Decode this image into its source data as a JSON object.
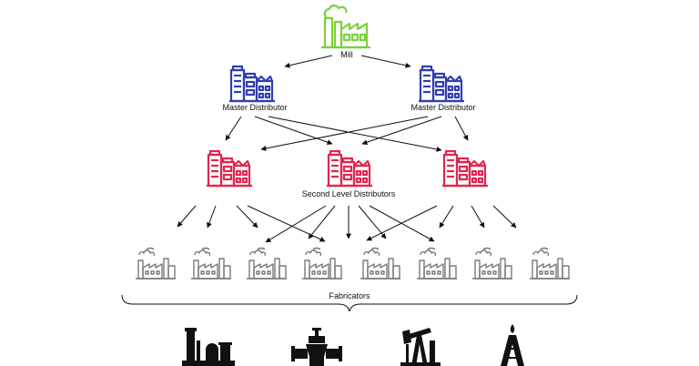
{
  "nodes": {
    "mill": {
      "label": "Mill",
      "color": "#7dd13a"
    },
    "master_distributor_left": {
      "label": "Master Distributor",
      "color": "#2f3fb0"
    },
    "master_distributor_right": {
      "label": "Master Distributor",
      "color": "#2f3fb0"
    },
    "second_level_distributors": {
      "label": "Second Level Distributors",
      "color": "#e0264f"
    },
    "fabricators": {
      "label": "Fabricators",
      "color": "#7a7a7a"
    }
  },
  "end_users": {
    "icons": [
      "refinery-icon",
      "pipeline-valve-icon",
      "oil-pumpjack-icon",
      "oil-derrick-icon"
    ],
    "color": "#111111"
  }
}
